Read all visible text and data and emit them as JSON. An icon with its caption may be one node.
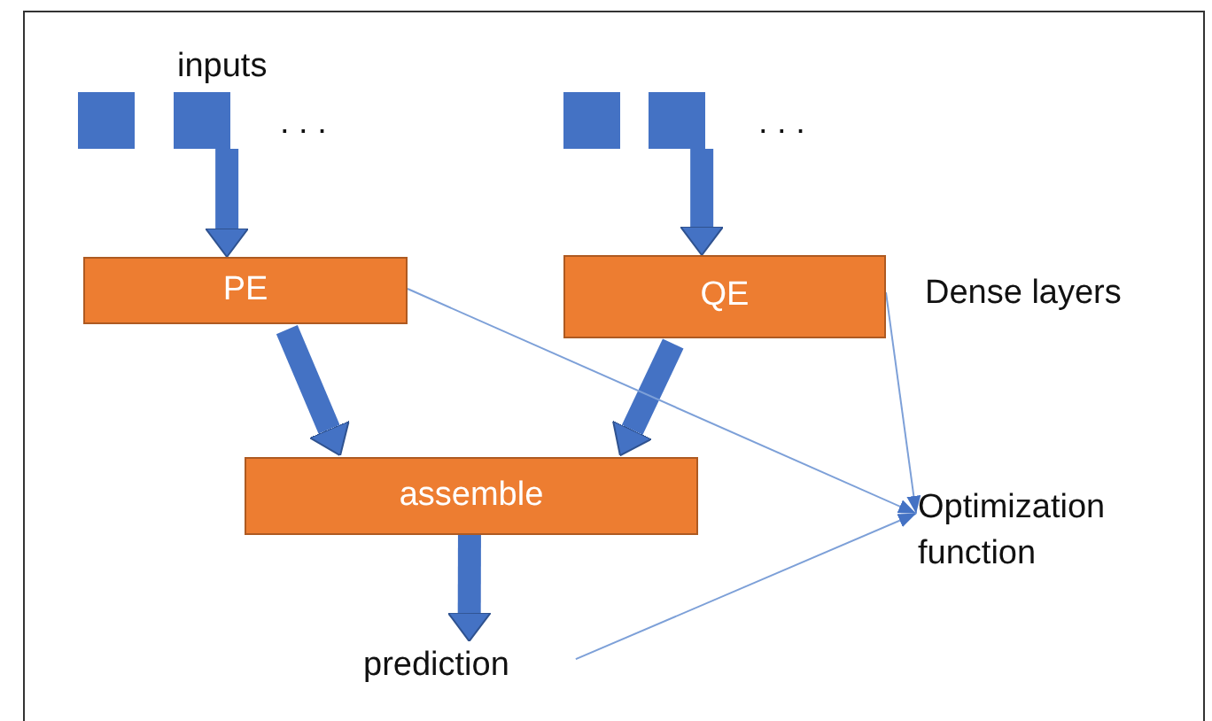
{
  "diagram": {
    "nodes": [
      {
        "text": [],
        "shape": "box"
      },
      {
        "text": [],
        "shape": "box"
      },
      {
        "text": [],
        "shape": "box"
      },
      {
        "text": [],
        "shape": "box"
      },
      {
        "text": [
          "PE"
        ]
      },
      {
        "text": [
          "QE"
        ]
      },
      {
        "text": [
          "assemble"
        ]
      },
      {
        "text": [
          "prediction"
        ]
      },
      {
        "text": [
          "Optimization function"
        ]
      }
    ],
    "edges": [
      {
        "from": 1,
        "to": 4,
        "arrow": "to"
      },
      {
        "from": 3,
        "to": 5,
        "arrow": "to"
      },
      {
        "from": 4,
        "to": 6,
        "arrow": "to"
      },
      {
        "from": 5,
        "to": 6,
        "arrow": "to"
      },
      {
        "from": 6,
        "to": 7,
        "arrow": "to"
      },
      {
        "from": 4,
        "to": 8,
        "arrow": "to",
        "color": "#7da0d8"
      },
      {
        "from": 5,
        "to": 8,
        "arrow": "to",
        "color": "#7da0d8"
      },
      {
        "from": 7,
        "to": 8,
        "arrow": "to",
        "color": "#7da0d8"
      }
    ],
    "labels": [
      "inputs",
      ". . .",
      ". . .",
      "Dense layers"
    ]
  }
}
